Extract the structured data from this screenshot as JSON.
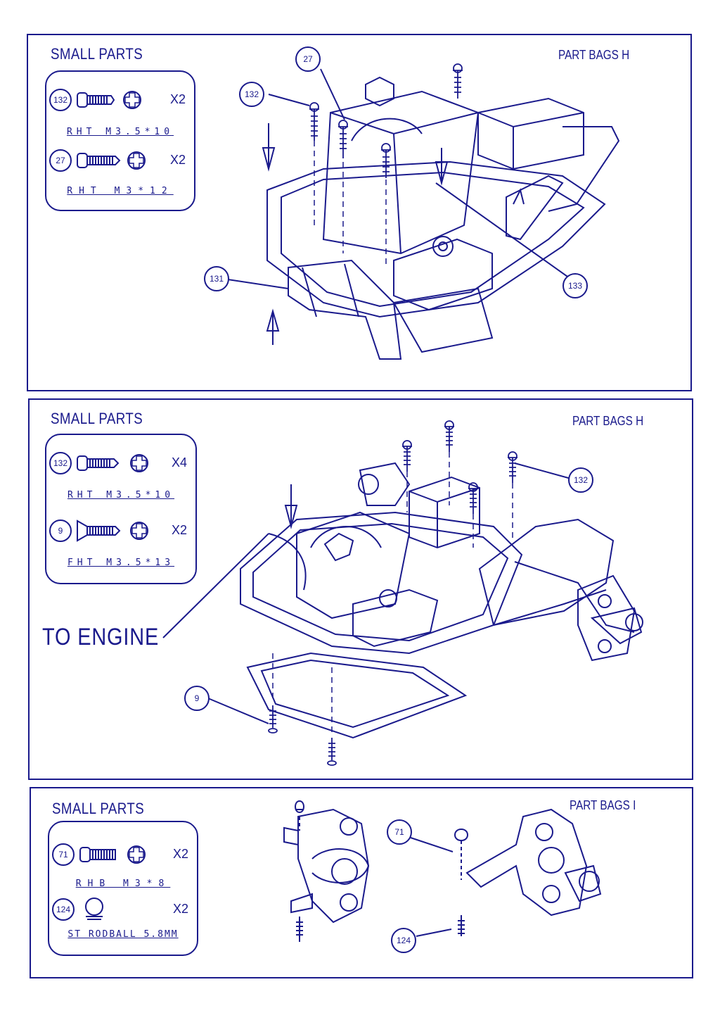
{
  "panels": [
    {
      "title": "SMALL PARTS",
      "part_bag": "PART BAGS H",
      "items": [
        {
          "num": "132",
          "qty": "X2",
          "spec": "RHT M3.5*10",
          "icon": "screw-icon"
        },
        {
          "num": "27",
          "qty": "X2",
          "spec": "RHT M3*12",
          "icon": "screw-icon"
        }
      ],
      "callouts": [
        "27",
        "132",
        "131",
        "133"
      ]
    },
    {
      "title": "SMALL PARTS",
      "part_bag": "PART BAGS H",
      "items": [
        {
          "num": "132",
          "qty": "X4",
          "spec": "RHT M3.5*10",
          "icon": "screw-icon"
        },
        {
          "num": "9",
          "qty": "X2",
          "spec": "FHT M3.5*13",
          "icon": "flat-screw-icon"
        }
      ],
      "callouts": [
        "132",
        "9"
      ],
      "note": "TO ENGINE"
    },
    {
      "title": "SMALL PARTS",
      "part_bag": "PART BAGS I",
      "items": [
        {
          "num": "71",
          "qty": "X2",
          "spec": "RHB M3*8",
          "icon": "bolt-icon"
        },
        {
          "num": "124",
          "qty": "X2",
          "spec": "ST RODBALL 5.8MM",
          "icon": "rodball-icon"
        }
      ],
      "callouts": [
        "71",
        "124"
      ]
    }
  ],
  "colors": {
    "ink": "#1a1a8c",
    "paper": "#ffffff"
  }
}
